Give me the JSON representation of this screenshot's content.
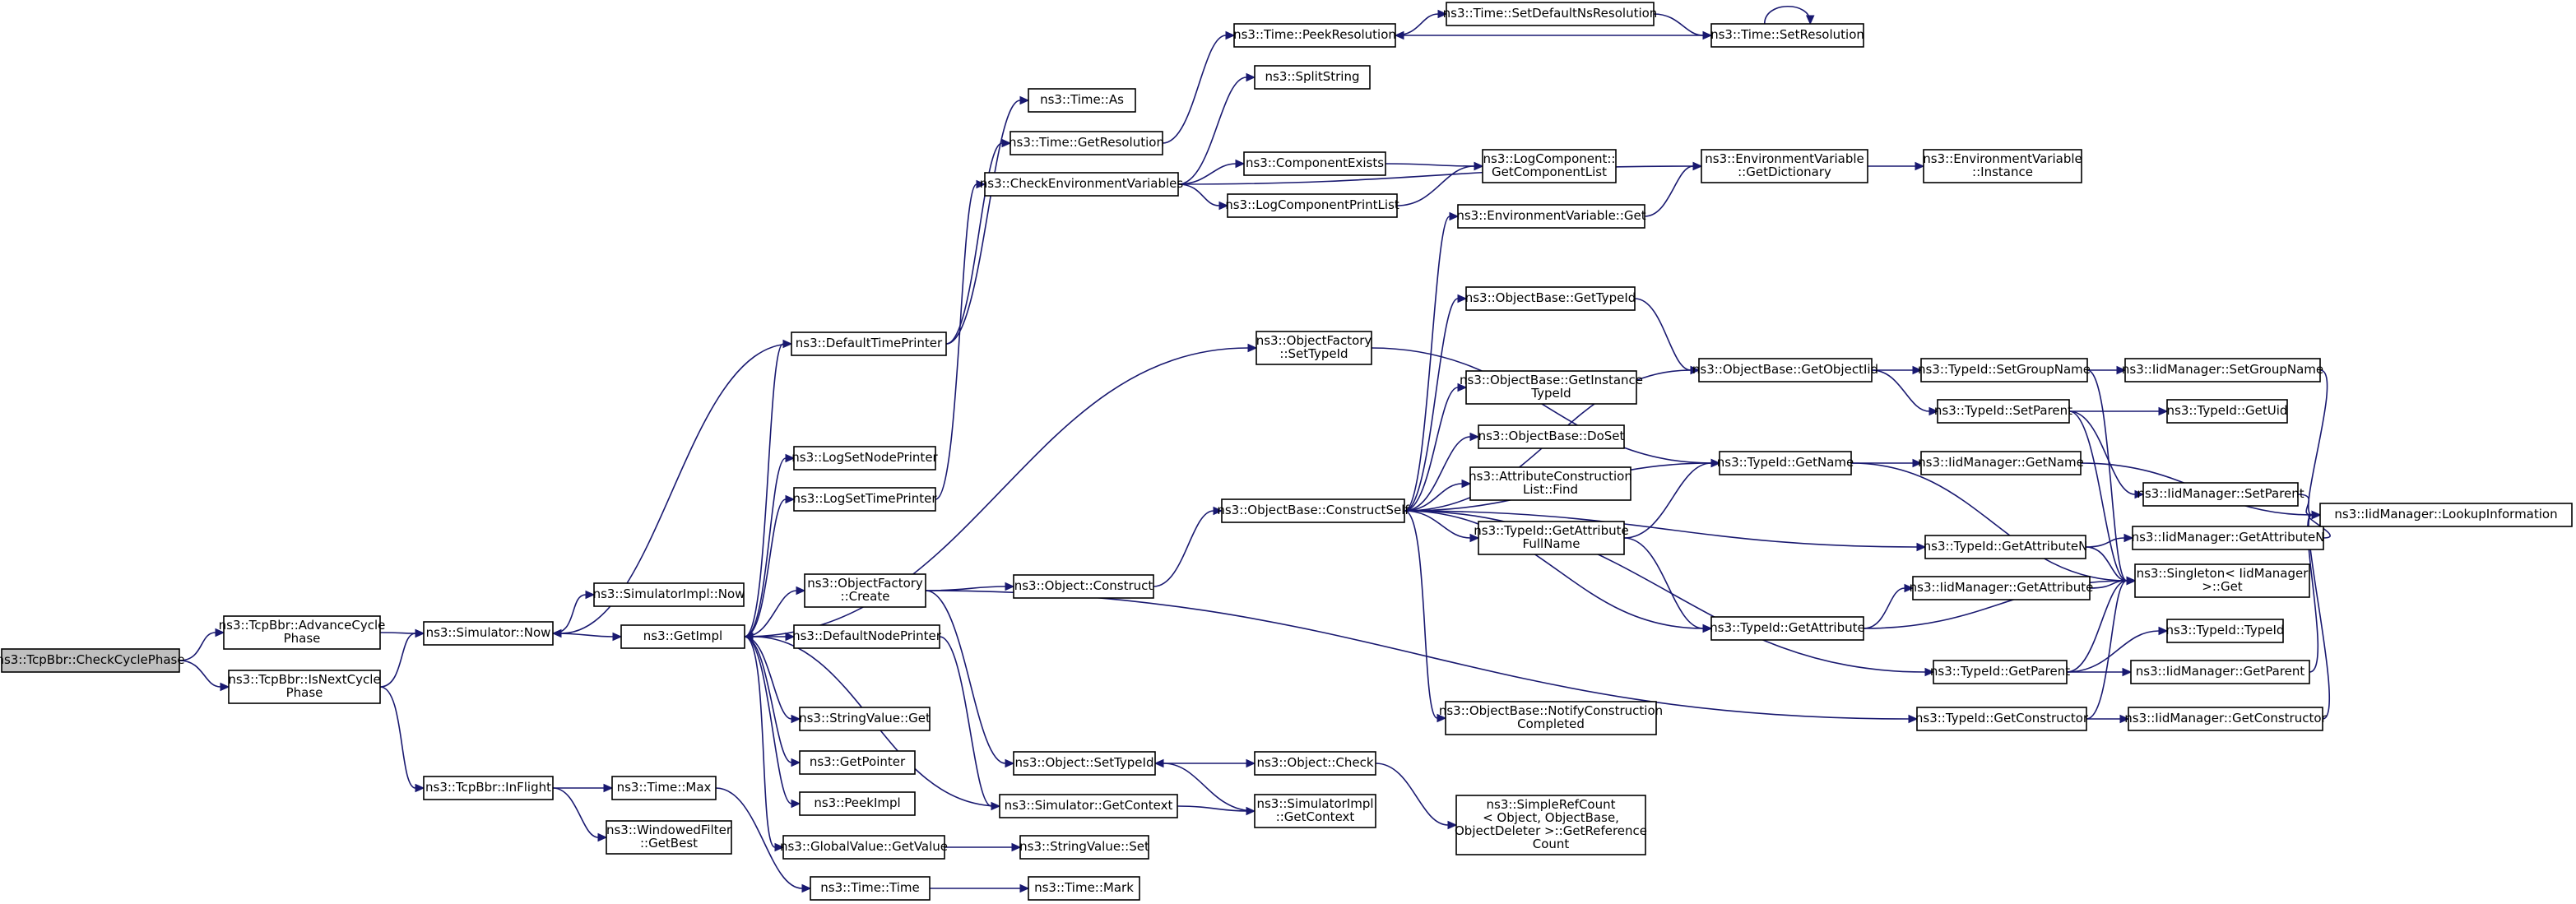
{
  "colors": {
    "edge": "#191970",
    "node_fill": "#ffffff",
    "root_fill": "#bfbfbf",
    "node_border": "#000000"
  },
  "nodes": [
    {
      "id": "checkCycle",
      "lines": [
        "ns3::TcpBbr::CheckCyclePhase"
      ],
      "root": true
    },
    {
      "id": "advanceCycle",
      "lines": [
        "ns3::TcpBbr::AdvanceCycle",
        "Phase"
      ]
    },
    {
      "id": "isNextCycle",
      "lines": [
        "ns3::TcpBbr::IsNextCycle",
        "Phase"
      ]
    },
    {
      "id": "simNow",
      "lines": [
        "ns3::Simulator::Now"
      ]
    },
    {
      "id": "inFlight",
      "lines": [
        "ns3::TcpBbr::InFlight"
      ]
    },
    {
      "id": "simImplNow",
      "lines": [
        "ns3::SimulatorImpl::Now"
      ]
    },
    {
      "id": "getImpl",
      "lines": [
        "ns3::GetImpl"
      ]
    },
    {
      "id": "timeMax",
      "lines": [
        "ns3::Time::Max"
      ]
    },
    {
      "id": "windowedFilter",
      "lines": [
        "ns3::WindowedFilter",
        "::GetBest"
      ]
    },
    {
      "id": "defaultTimePrinter",
      "lines": [
        "ns3::DefaultTimePrinter"
      ]
    },
    {
      "id": "logSetNodePrinter",
      "lines": [
        "ns3::LogSetNodePrinter"
      ]
    },
    {
      "id": "logSetTimePrinter",
      "lines": [
        "ns3::LogSetTimePrinter"
      ]
    },
    {
      "id": "objFactoryCreate",
      "lines": [
        "ns3::ObjectFactory",
        "::Create"
      ]
    },
    {
      "id": "defaultNodePrinter",
      "lines": [
        "ns3::DefaultNodePrinter"
      ]
    },
    {
      "id": "stringValueGet",
      "lines": [
        "ns3::StringValue::Get"
      ]
    },
    {
      "id": "getPointer",
      "lines": [
        "ns3::GetPointer"
      ]
    },
    {
      "id": "peekImpl",
      "lines": [
        "ns3::PeekImpl"
      ]
    },
    {
      "id": "globalValueGetValue",
      "lines": [
        "ns3::GlobalValue::GetValue"
      ]
    },
    {
      "id": "timeTime",
      "lines": [
        "ns3::Time::Time"
      ]
    },
    {
      "id": "timeAs",
      "lines": [
        "ns3::Time::As"
      ]
    },
    {
      "id": "timeGetResolution",
      "lines": [
        "ns3::Time::GetResolution"
      ]
    },
    {
      "id": "checkEnvVars",
      "lines": [
        "ns3::CheckEnvironmentVariables"
      ]
    },
    {
      "id": "objectConstruct",
      "lines": [
        "ns3::Object::Construct"
      ]
    },
    {
      "id": "objectSetTypeId",
      "lines": [
        "ns3::Object::SetTypeId"
      ]
    },
    {
      "id": "simGetContext",
      "lines": [
        "ns3::Simulator::GetContext"
      ]
    },
    {
      "id": "stringValueSet",
      "lines": [
        "ns3::StringValue::Set"
      ]
    },
    {
      "id": "timeMark",
      "lines": [
        "ns3::Time::Mark"
      ]
    },
    {
      "id": "timePeekResolution",
      "lines": [
        "ns3::Time::PeekResolution"
      ]
    },
    {
      "id": "splitString",
      "lines": [
        "ns3::SplitString"
      ]
    },
    {
      "id": "componentExists",
      "lines": [
        "ns3::ComponentExists"
      ]
    },
    {
      "id": "logComponentPrintList",
      "lines": [
        "ns3::LogComponentPrintList"
      ]
    },
    {
      "id": "objFactorySetTypeId",
      "lines": [
        "ns3::ObjectFactory",
        "::SetTypeId"
      ]
    },
    {
      "id": "objBaseConstructSelf",
      "lines": [
        "ns3::ObjectBase::ConstructSelf"
      ]
    },
    {
      "id": "objectCheck",
      "lines": [
        "ns3::Object::Check"
      ]
    },
    {
      "id": "simImplGetContext",
      "lines": [
        "ns3::SimulatorImpl",
        "::GetContext"
      ]
    },
    {
      "id": "timeSetDefaultNsRes",
      "lines": [
        "ns3::Time::SetDefaultNsResolution"
      ]
    },
    {
      "id": "logComponentGetList",
      "lines": [
        "ns3::LogComponent::",
        "GetComponentList"
      ]
    },
    {
      "id": "envVarGet",
      "lines": [
        "ns3::EnvironmentVariable::Get"
      ]
    },
    {
      "id": "objBaseGetTypeId",
      "lines": [
        "ns3::ObjectBase::GetTypeId"
      ]
    },
    {
      "id": "objBaseGetInstanceTypeId",
      "lines": [
        "ns3::ObjectBase::GetInstance",
        "TypeId"
      ]
    },
    {
      "id": "objBaseDoSet",
      "lines": [
        "ns3::ObjectBase::DoSet"
      ]
    },
    {
      "id": "attrConstructionListFind",
      "lines": [
        "ns3::AttributeConstruction",
        "List::Find"
      ]
    },
    {
      "id": "typeIdGetAttrFullName",
      "lines": [
        "ns3::TypeId::GetAttribute",
        "FullName"
      ]
    },
    {
      "id": "objBaseNotifyConstruction",
      "lines": [
        "ns3::ObjectBase::NotifyConstruction",
        "Completed"
      ]
    },
    {
      "id": "simpleRefCount",
      "lines": [
        "ns3::SimpleRefCount",
        "< Object, ObjectBase,",
        "ObjectDeleter >::GetReference",
        "Count"
      ]
    },
    {
      "id": "timeSetResolution",
      "lines": [
        "ns3::Time::SetResolution"
      ]
    },
    {
      "id": "envVarGetDictionary",
      "lines": [
        "ns3::EnvironmentVariable",
        "::GetDictionary"
      ]
    },
    {
      "id": "objBaseGetObjectIid",
      "lines": [
        "ns3::ObjectBase::GetObjectIid"
      ]
    },
    {
      "id": "typeIdGetName",
      "lines": [
        "ns3::TypeId::GetName"
      ]
    },
    {
      "id": "typeIdGetAttribute",
      "lines": [
        "ns3::TypeId::GetAttribute"
      ]
    },
    {
      "id": "envVarInstance",
      "lines": [
        "ns3::EnvironmentVariable",
        "::Instance"
      ]
    },
    {
      "id": "typeIdSetGroupName",
      "lines": [
        "ns3::TypeId::SetGroupName"
      ]
    },
    {
      "id": "typeIdSetParent",
      "lines": [
        "ns3::TypeId::SetParent"
      ]
    },
    {
      "id": "iidManagerGetName",
      "lines": [
        "ns3::IidManager::GetName"
      ]
    },
    {
      "id": "typeIdGetAttributeN",
      "lines": [
        "ns3::TypeId::GetAttributeN"
      ]
    },
    {
      "id": "iidManagerGetAttribute",
      "lines": [
        "ns3::IidManager::GetAttribute"
      ]
    },
    {
      "id": "typeIdGetParent",
      "lines": [
        "ns3::TypeId::GetParent"
      ]
    },
    {
      "id": "typeIdGetConstructor",
      "lines": [
        "ns3::TypeId::GetConstructor"
      ]
    },
    {
      "id": "iidManagerSetGroupName",
      "lines": [
        "ns3::IidManager::SetGroupName"
      ]
    },
    {
      "id": "typeIdGetUid",
      "lines": [
        "ns3::TypeId::GetUid"
      ]
    },
    {
      "id": "iidManagerSetParent",
      "lines": [
        "ns3::IidManager::SetParent"
      ]
    },
    {
      "id": "iidManagerGetAttributeN",
      "lines": [
        "ns3::IidManager::GetAttributeN"
      ]
    },
    {
      "id": "singletonGet",
      "lines": [
        "ns3::Singleton< IidManager",
        ">::Get"
      ]
    },
    {
      "id": "typeIdTypeId",
      "lines": [
        "ns3::TypeId::TypeId"
      ]
    },
    {
      "id": "iidManagerGetParent",
      "lines": [
        "ns3::IidManager::GetParent"
      ]
    },
    {
      "id": "iidManagerGetConstructor",
      "lines": [
        "ns3::IidManager::GetConstructor"
      ]
    },
    {
      "id": "iidManagerLookupInformation",
      "lines": [
        "ns3::IidManager::LookupInformation"
      ]
    }
  ],
  "edges": [
    [
      "checkCycle",
      "advanceCycle"
    ],
    [
      "checkCycle",
      "isNextCycle"
    ],
    [
      "advanceCycle",
      "simNow"
    ],
    [
      "isNextCycle",
      "simNow"
    ],
    [
      "isNextCycle",
      "inFlight"
    ],
    [
      "simNow",
      "simImplNow"
    ],
    [
      "simNow",
      "getImpl"
    ],
    [
      "inFlight",
      "timeMax"
    ],
    [
      "inFlight",
      "windowedFilter"
    ],
    [
      "getImpl",
      "defaultTimePrinter"
    ],
    [
      "getImpl",
      "logSetNodePrinter"
    ],
    [
      "getImpl",
      "logSetTimePrinter"
    ],
    [
      "getImpl",
      "objFactoryCreate"
    ],
    [
      "getImpl",
      "defaultNodePrinter"
    ],
    [
      "getImpl",
      "stringValueGet"
    ],
    [
      "getImpl",
      "getPointer"
    ],
    [
      "getImpl",
      "peekImpl"
    ],
    [
      "getImpl",
      "globalValueGetValue"
    ],
    [
      "getImpl",
      "objFactorySetTypeId"
    ],
    [
      "timeMax",
      "timeTime"
    ],
    [
      "defaultTimePrinter",
      "simNow"
    ],
    [
      "defaultTimePrinter",
      "timeAs"
    ],
    [
      "defaultTimePrinter",
      "timeGetResolution"
    ],
    [
      "logSetTimePrinter",
      "checkEnvVars"
    ],
    [
      "objFactoryCreate",
      "objectConstruct"
    ],
    [
      "objFactoryCreate",
      "objectSetTypeId"
    ],
    [
      "objFactoryCreate",
      "typeIdGetConstructor"
    ],
    [
      "defaultNodePrinter",
      "simGetContext"
    ],
    [
      "globalValueGetValue",
      "stringValueSet"
    ],
    [
      "timeTime",
      "timeMark"
    ],
    [
      "timeGetResolution",
      "timePeekResolution"
    ],
    [
      "checkEnvVars",
      "splitString"
    ],
    [
      "checkEnvVars",
      "componentExists"
    ],
    [
      "checkEnvVars",
      "logComponentPrintList"
    ],
    [
      "checkEnvVars",
      "envVarGetDictionary"
    ],
    [
      "objectConstruct",
      "objBaseConstructSelf"
    ],
    [
      "objectSetTypeId",
      "objectCheck"
    ],
    [
      "simGetContext",
      "simImplGetContext"
    ],
    [
      "simGetContext",
      "getImpl"
    ],
    [
      "timePeekResolution",
      "timeSetDefaultNsRes"
    ],
    [
      "componentExists",
      "logComponentGetList"
    ],
    [
      "logComponentPrintList",
      "logComponentGetList"
    ],
    [
      "objBaseConstructSelf",
      "envVarGet"
    ],
    [
      "objBaseConstructSelf",
      "objBaseGetTypeId"
    ],
    [
      "objBaseConstructSelf",
      "objBaseGetInstanceTypeId"
    ],
    [
      "objBaseConstructSelf",
      "objBaseDoSet"
    ],
    [
      "objBaseConstructSelf",
      "attrConstructionListFind"
    ],
    [
      "objBaseConstructSelf",
      "typeIdGetAttrFullName"
    ],
    [
      "objBaseConstructSelf",
      "objBaseNotifyConstruction"
    ],
    [
      "objBaseConstructSelf",
      "typeIdGetName"
    ],
    [
      "objBaseConstructSelf",
      "typeIdGetAttribute"
    ],
    [
      "objBaseConstructSelf",
      "typeIdGetAttributeN"
    ],
    [
      "objBaseConstructSelf",
      "typeIdGetParent"
    ],
    [
      "objBaseConstructSelf",
      "objBaseGetObjectIid"
    ],
    [
      "objectCheck",
      "simpleRefCount"
    ],
    [
      "simImplGetContext",
      "objectSetTypeId"
    ],
    [
      "timeSetDefaultNsRes",
      "timeSetResolution"
    ],
    [
      "timeSetResolution",
      "timePeekResolution"
    ],
    [
      "timeSetResolution",
      "timeSetResolution"
    ],
    [
      "envVarGet",
      "envVarGetDictionary"
    ],
    [
      "objBaseGetTypeId",
      "objBaseGetObjectIid"
    ],
    [
      "typeIdGetAttrFullName",
      "typeIdGetName"
    ],
    [
      "typeIdGetAttrFullName",
      "typeIdGetAttribute"
    ],
    [
      "objFactorySetTypeId",
      "typeIdGetName"
    ],
    [
      "envVarGetDictionary",
      "envVarInstance"
    ],
    [
      "objBaseGetObjectIid",
      "typeIdSetGroupName"
    ],
    [
      "objBaseGetObjectIid",
      "typeIdSetParent"
    ],
    [
      "typeIdGetName",
      "iidManagerGetName"
    ],
    [
      "typeIdGetName",
      "singletonGet"
    ],
    [
      "typeIdGetAttribute",
      "iidManagerGetAttribute"
    ],
    [
      "typeIdGetAttribute",
      "singletonGet"
    ],
    [
      "typeIdSetGroupName",
      "iidManagerSetGroupName"
    ],
    [
      "typeIdSetGroupName",
      "singletonGet"
    ],
    [
      "typeIdSetParent",
      "typeIdGetUid"
    ],
    [
      "typeIdSetParent",
      "iidManagerSetParent"
    ],
    [
      "typeIdSetParent",
      "singletonGet"
    ],
    [
      "iidManagerGetName",
      "iidManagerLookupInformation"
    ],
    [
      "typeIdGetAttributeN",
      "iidManagerGetAttributeN"
    ],
    [
      "typeIdGetAttributeN",
      "singletonGet"
    ],
    [
      "typeIdGetParent",
      "singletonGet"
    ],
    [
      "typeIdGetParent",
      "typeIdTypeId"
    ],
    [
      "typeIdGetParent",
      "iidManagerGetParent"
    ],
    [
      "typeIdGetConstructor",
      "singletonGet"
    ],
    [
      "typeIdGetConstructor",
      "iidManagerGetConstructor"
    ],
    [
      "iidManagerSetGroupName",
      "iidManagerLookupInformation"
    ],
    [
      "iidManagerSetParent",
      "iidManagerLookupInformation"
    ],
    [
      "iidManagerGetAttributeN",
      "iidManagerLookupInformation"
    ],
    [
      "iidManagerGetParent",
      "iidManagerLookupInformation"
    ],
    [
      "iidManagerGetConstructor",
      "iidManagerLookupInformation"
    ],
    [
      "iidManagerGetAttribute",
      "singletonGet"
    ]
  ]
}
